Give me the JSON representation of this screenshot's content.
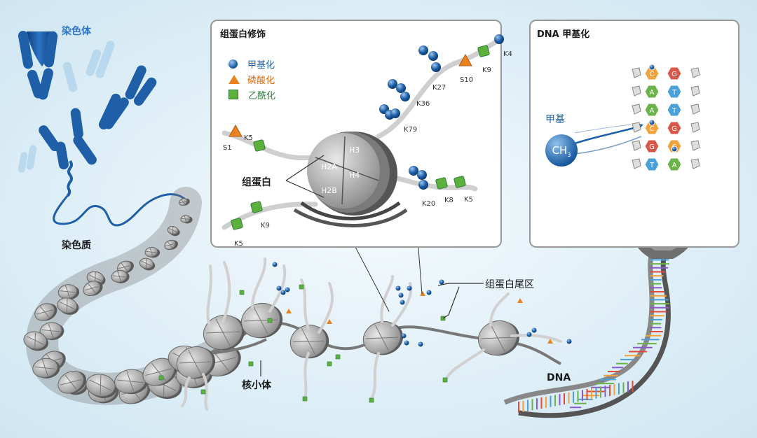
{
  "labels": {
    "chromosome": "染色体",
    "chromatin": "染色质",
    "nucleosome": "核小体",
    "histone": "组蛋白",
    "histone_tail": "组蛋白尾区",
    "dna": "DNA",
    "methyl": "甲基",
    "ch3": "CH",
    "ch3_sub": "3"
  },
  "panel_histone": {
    "title": "组蛋白修饰",
    "legend": [
      {
        "label": "甲基化",
        "color": "#1e5fa8",
        "icon": "methyl-circle-icon"
      },
      {
        "label": "磷酸化",
        "color": "#e06a10",
        "icon": "phospho-triangle-icon"
      },
      {
        "label": "乙酰化",
        "color": "#2f7a3c",
        "icon": "acetyl-square-icon"
      }
    ],
    "histones": [
      "H3",
      "H2A",
      "H4",
      "H2B"
    ],
    "sites": [
      "K4",
      "K9",
      "S10",
      "K27",
      "K36",
      "K79",
      "S1",
      "K5",
      "K20",
      "K8",
      "K5",
      "K9",
      "K5"
    ]
  },
  "panel_dna": {
    "title": "DNA 甲基化",
    "bases": [
      "C",
      "G",
      "A",
      "T",
      "A",
      "T",
      "C",
      "G",
      "G",
      "C",
      "T",
      "A"
    ]
  },
  "colors": {
    "chromosome": "#1e5fa8",
    "methyl": "#1e5fa8",
    "phospho": "#e8821e",
    "acetyl": "#5cb13c",
    "panel_bg": "#ffffff",
    "background": "#dfeff7"
  }
}
